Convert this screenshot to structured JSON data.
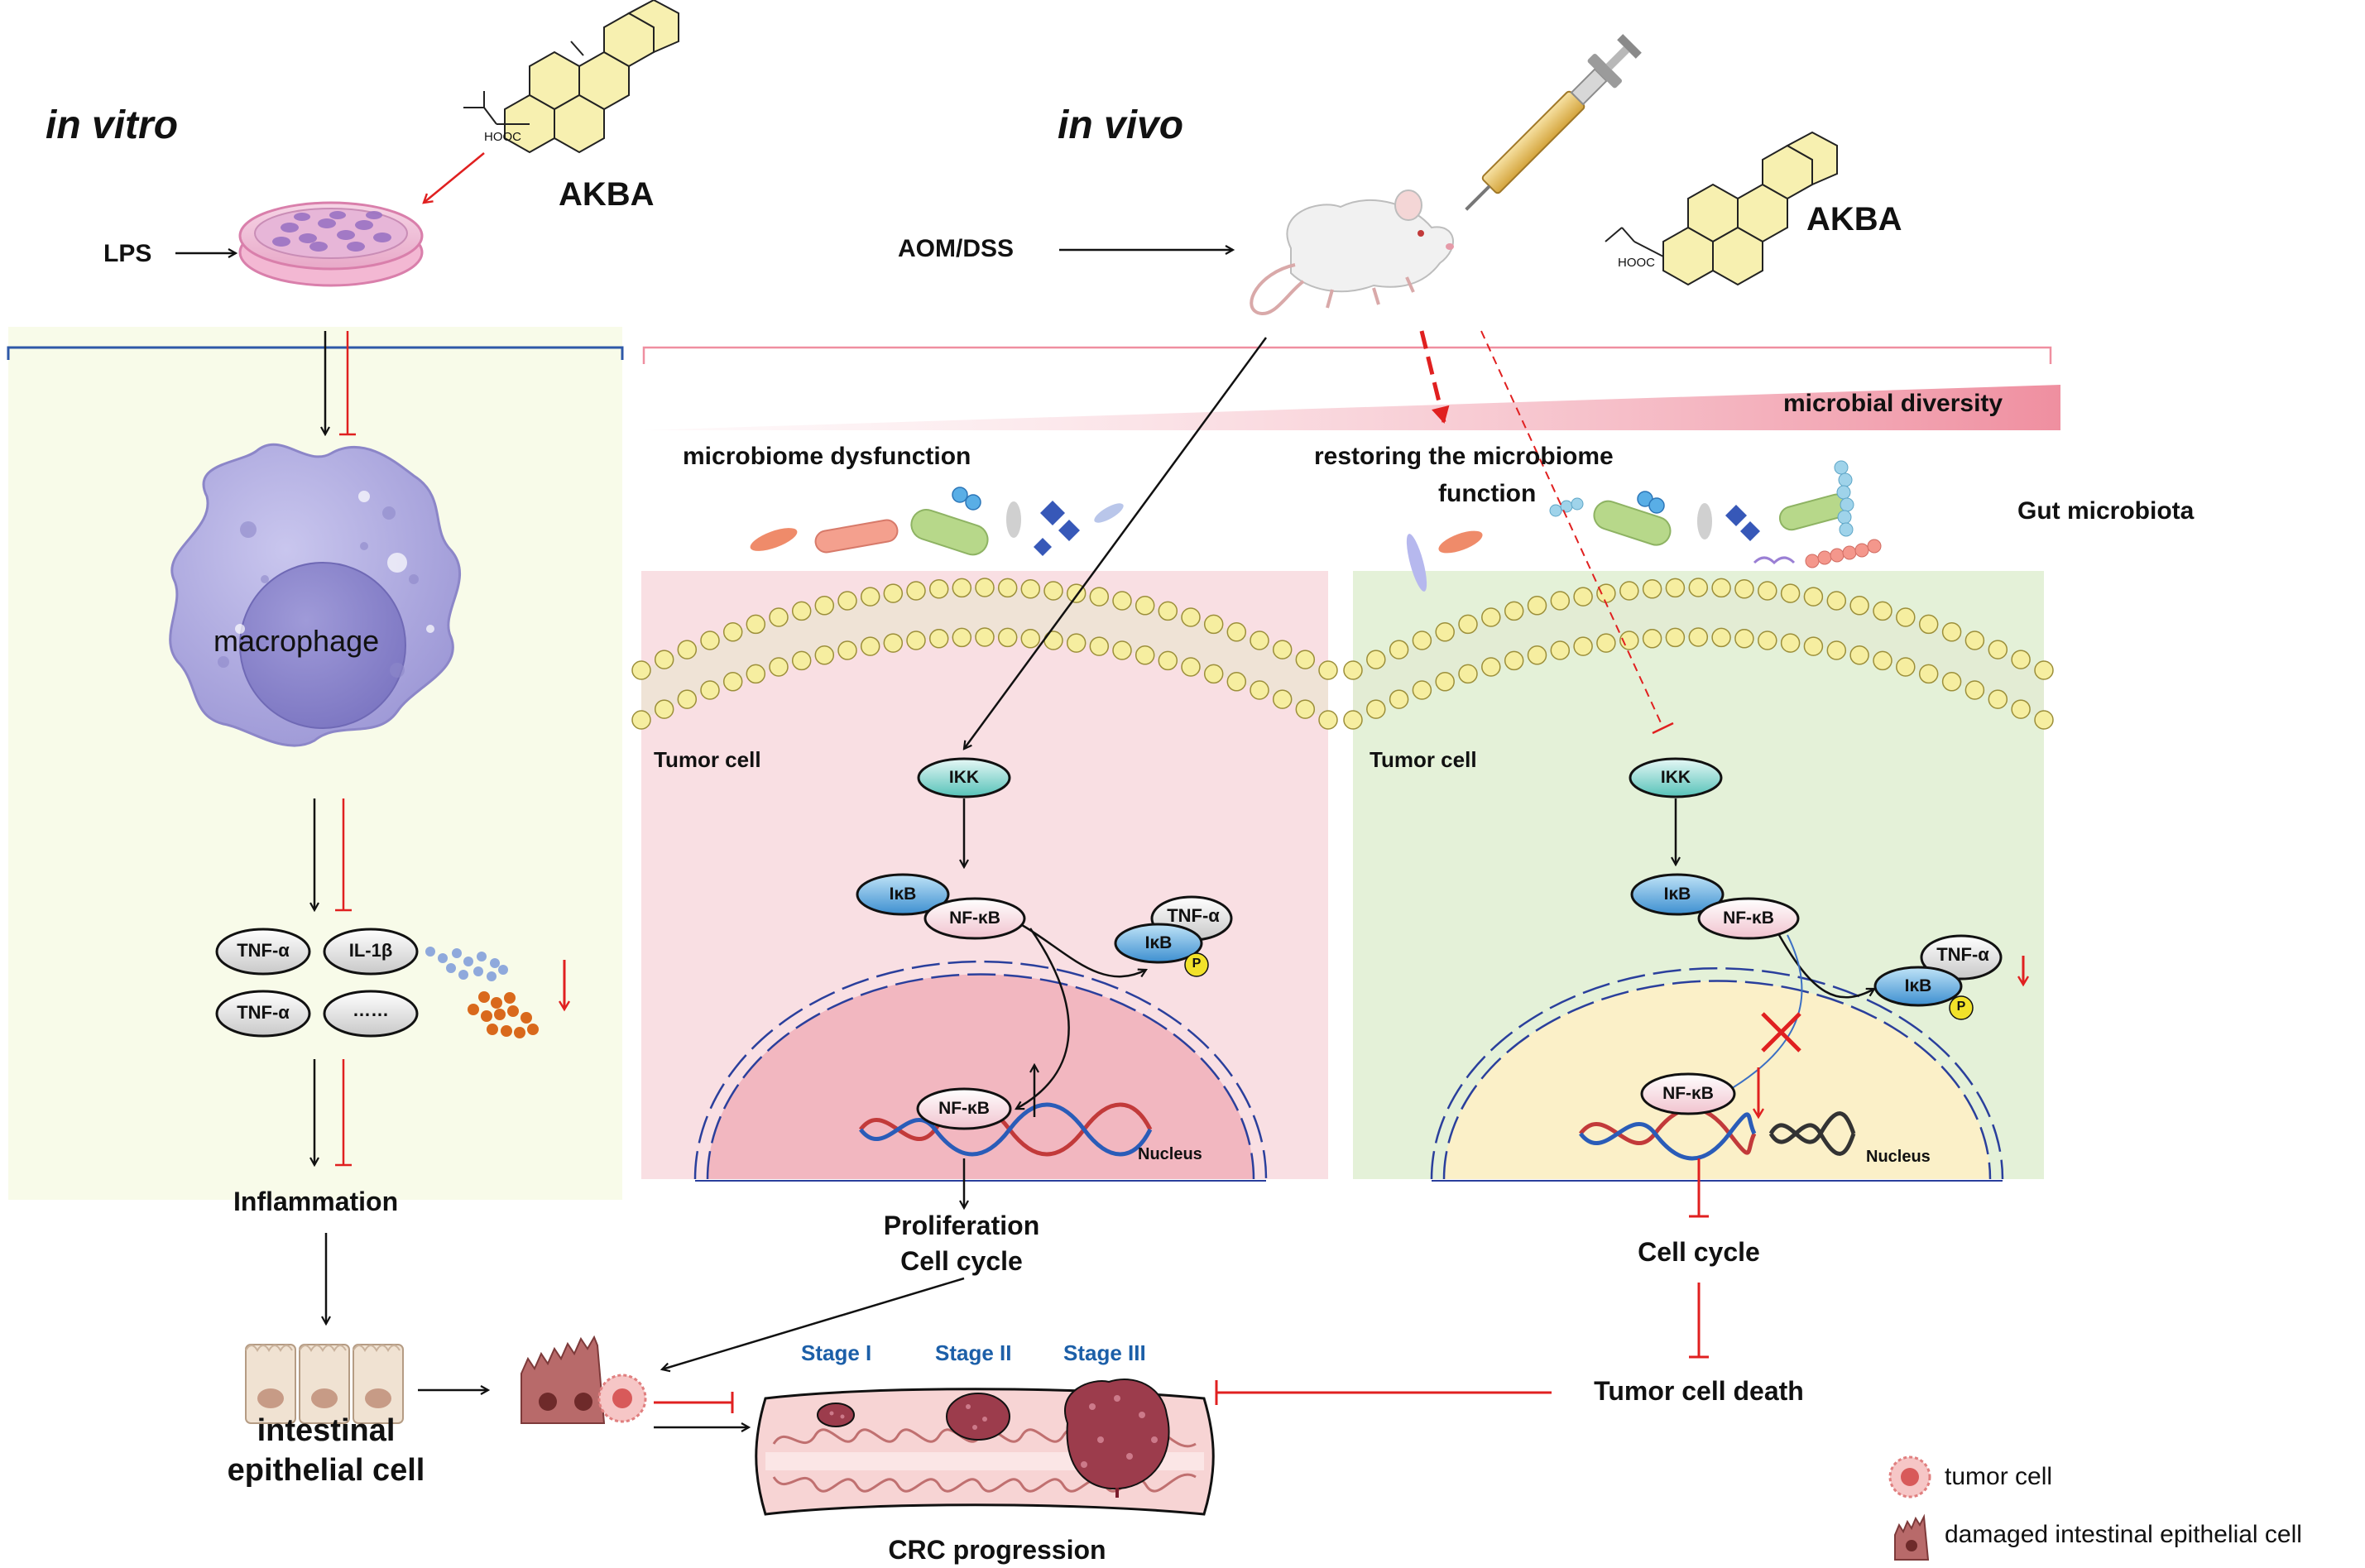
{
  "labels": {
    "in_vitro": "in vitro",
    "in_vivo": "in vivo",
    "akba_left": "AKBA",
    "akba_right": "AKBA",
    "lps": "LPS",
    "aom_dss": "AOM/DSS",
    "microbial_diversity": "microbial diversity",
    "microbiome_dysfunction": "microbiome dysfunction",
    "restoring_1": "restoring the  microbiome",
    "restoring_2": "function",
    "gut_microbiota": "Gut microbiota",
    "macrophage": "macrophage",
    "inflammation": "Inflammation",
    "intestinal_1": "intestinal",
    "intestinal_2": "epithelial cell",
    "tumor_cell_left": "Tumor cell",
    "tumor_cell_right": "Tumor cell",
    "proliferation": "Proliferation",
    "cell_cycle_left": "Cell cycle",
    "cell_cycle_right": "Cell cycle",
    "tumor_cell_death": "Tumor cell death",
    "nucleus_left": "Nucleus",
    "nucleus_right": "Nucleus",
    "stage_1": "Stage I",
    "stage_2": "Stage II",
    "stage_3": "Stage III",
    "crc_progression": "CRC progression",
    "legend_tumor": "tumor cell",
    "legend_damaged": "damaged intestinal epithelial cell"
  },
  "cytokines": [
    "TNF-α",
    "IL-1β",
    "TNF-α",
    "……"
  ],
  "pathway_left": {
    "ikk": "IKK",
    "ikb": "IκB",
    "nfkb": "NF-κB",
    "tnf": "TNF-α",
    "ikb2": "IκB",
    "p": "P",
    "nfkb_nucleus": "NF-κB"
  },
  "pathway_right": {
    "ikk": "IKK",
    "ikb": "IκB",
    "nfkb": "NF-κB",
    "tnf": "TNF-α",
    "ikb2": "IκB",
    "p": "P",
    "nfkb_nucleus": "NF-κB"
  },
  "chem_hooc": "HOOC",
  "colors": {
    "left_panel": "#f8fbe9",
    "tumor_panel": "#f9dfe3",
    "treated_panel": "#e4f1d8",
    "macrophage": "#b3afe0",
    "red_arrow": "#e02020",
    "stage_text": "#1c5fa8",
    "nucleus_left": "#f2b7c0",
    "nucleus_right": "#fbf0c8"
  }
}
